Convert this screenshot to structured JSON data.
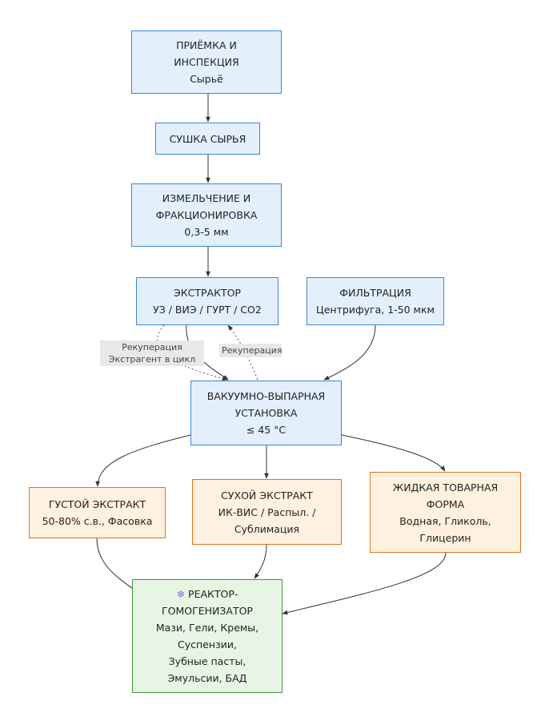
{
  "nodes": {
    "reception": {
      "lines": [
        "ПРИЁМКА И",
        "ИНСПЕКЦИЯ",
        "Сырьё"
      ]
    },
    "drying": {
      "lines": [
        "СУШКА СЫРЬЯ"
      ]
    },
    "grinding": {
      "lines": [
        "ИЗМЕЛЬЧЕНИЕ И",
        "ФРАКЦИОНИРОВКА",
        "0,3-5 мм"
      ]
    },
    "extractor": {
      "lines": [
        "ЭКСТРАКТОР",
        "УЗ / ВИЭ / ГУРТ / CO2"
      ]
    },
    "filtration": {
      "lines": [
        "ФИЛЬТРАЦИЯ",
        "Центрифуга, 1-50 мкм"
      ]
    },
    "evaporator": {
      "lines": [
        "ВАКУУМНО-ВЫПАРНАЯ",
        "УСТАНОВКА",
        "≤ 45 °C"
      ]
    },
    "thick": {
      "lines": [
        "ГУСТОЙ ЭКСТРАКТ",
        "50-80% с.в., Фасовка"
      ]
    },
    "dry": {
      "lines": [
        "СУХОЙ ЭКСТРАКТ",
        "ИК-ВИС / Распыл. /",
        "Сублимация"
      ]
    },
    "liquid": {
      "lines": [
        "ЖИДКАЯ ТОВАРНАЯ",
        "ФОРМА",
        "Водная, Гликоль,",
        "Глицерин"
      ]
    },
    "reactor": {
      "icon": "gear-icon",
      "lines": [
        "РЕАКТОР-",
        "ГОМОГЕНИЗАТОР",
        "Мази, Гели, Кремы,",
        "Суспензии,",
        "Зубные пасты,",
        "Эмульсии, БАД"
      ]
    }
  },
  "edge_labels": {
    "recovery_left": [
      "Рекуперация",
      "Экстрагент в цикл"
    ],
    "recovery_right": [
      "Рекуперация"
    ]
  },
  "colors": {
    "process_fill": "#e3f0fc",
    "process_border": "#3b86d6",
    "product_fill": "#fff1df",
    "product_border": "#e0741f",
    "final_fill": "#e8f5e5",
    "final_border": "#3f9a3c",
    "edge": "#333333"
  }
}
